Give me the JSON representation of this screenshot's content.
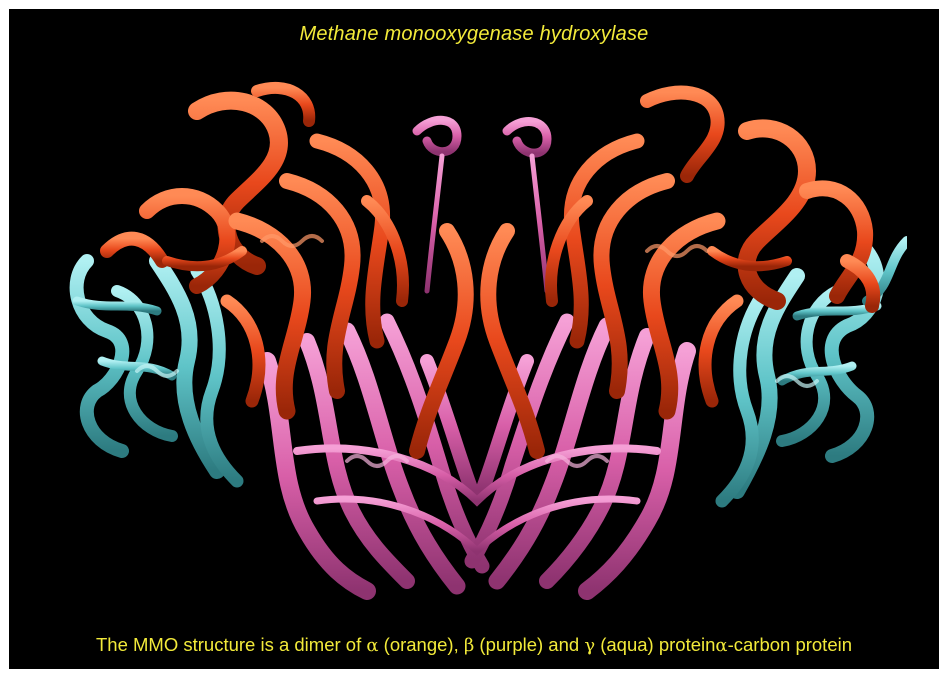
{
  "title": "Methane monooxygenase hydroxylase",
  "caption": {
    "part1": "The MMO structure is a dimer of ",
    "alpha": "α",
    "part2": " (orange), ",
    "beta": "β",
    "part3": " (purple) and ",
    "gamma": "γ",
    "part4": " (aqua) protein",
    "alpha2": "α",
    "part5": "-carbon protein"
  },
  "figure": {
    "subject": "ribbon-diagram",
    "colors": {
      "alpha": "#e8481c",
      "alpha_highlight": "#ff7a45",
      "beta": "#d85fa8",
      "beta_highlight": "#f08fcc",
      "gamma": "#5fc4c8",
      "gamma_highlight": "#9ee6e8",
      "background": "#000000",
      "text": "#f2ea3a"
    }
  }
}
